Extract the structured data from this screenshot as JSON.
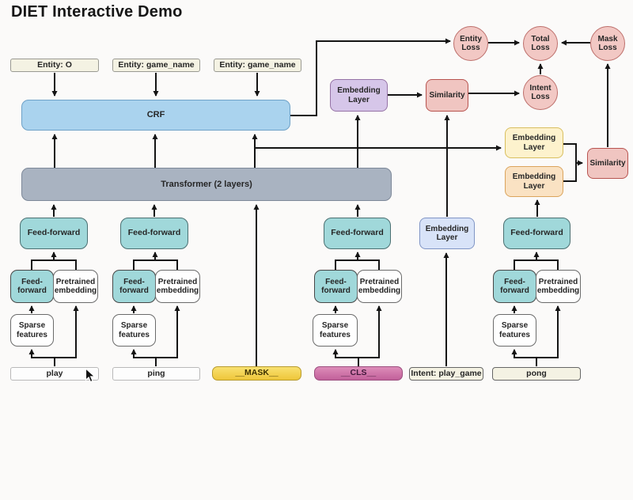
{
  "title": "DIET Interactive Demo",
  "colors": {
    "background": "#fbfaf9",
    "crf_fill": "#aad3ee",
    "transformer_fill": "#a9b3c1",
    "feed_forward_fill": "#a0d8da",
    "loss_fill": "#f2c8c4",
    "loss_border": "#b85450",
    "embedding_purple": "#d6c6e9",
    "embedding_yellow": "#fdf2cd",
    "embedding_orange": "#fae2c3",
    "embedding_light_blue": "#d8e3f8",
    "mask_token_fill": "#f4d24a",
    "cls_token_fill": "#cf6ea4",
    "cream_label_fill": "#f4f2e3",
    "wire": "#161616"
  },
  "entity_labels": {
    "first": "Entity: O",
    "second": "Entity: game_name",
    "third": "Entity: game_name"
  },
  "core": {
    "crf": "CRF",
    "transformer": "Transformer (2 layers)"
  },
  "losses": {
    "entity": "Entity Loss",
    "total": "Total Loss",
    "mask": "Mask Loss",
    "intent": "Intent Loss"
  },
  "intent_branch": {
    "embedding_layer": "Embedding Layer",
    "similarity": "Similarity"
  },
  "mask_branch": {
    "embedding_layer_top": "Embedding Layer",
    "embedding_layer_bottom": "Embedding Layer",
    "similarity": "Similarity"
  },
  "shared_labels": {
    "feed_forward": "Feed-forward",
    "pretrained_embedding": "Pretrained embedding",
    "sparse_features": "Sparse features",
    "embedding_layer": "Embedding Layer"
  },
  "tokens": {
    "play": "play",
    "ping": "ping",
    "mask": "__MASK__",
    "cls": "__CLS__",
    "intent": "Intent: play_game",
    "pong": "pong"
  }
}
